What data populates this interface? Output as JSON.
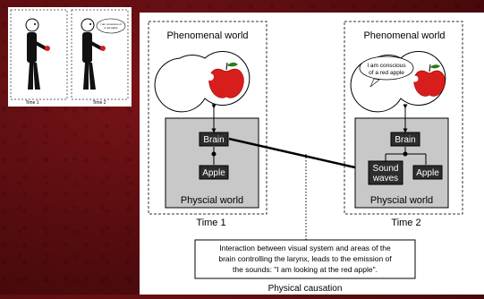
{
  "thumbnail": {
    "time1_label": "Time 1",
    "time2_label": "Time 2",
    "speech_bubble": "I am conscious of a red apple"
  },
  "diagram": {
    "left_panel": {
      "phenomenal_label": "Phenomenal world",
      "brain_label": "Brain",
      "apple_label": "Apple",
      "physical_label": "Physcial world",
      "time_label": "Time 1"
    },
    "right_panel": {
      "phenomenal_label": "Phenomenal world",
      "speech_text": [
        "I am conscious",
        "of a red apple"
      ],
      "brain_label": "Brain",
      "sound_waves_label": [
        "Sound",
        "waves"
      ],
      "apple_label": "Apple",
      "physical_label": "Physcial world",
      "time_label": "Time 2"
    },
    "explanation": [
      "Interaction between visual system and areas of the",
      "brain controlling the larynx, leads to the emission of",
      "the sounds: \"I am looking at the red apple\"."
    ],
    "caption": "Physical causation"
  }
}
